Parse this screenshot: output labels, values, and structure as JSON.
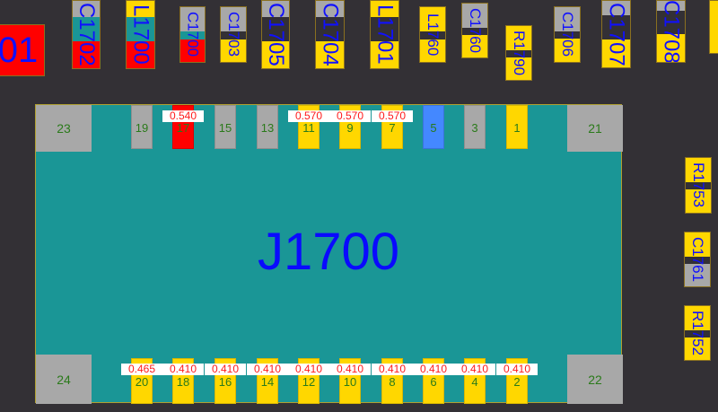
{
  "colors": {
    "background": "#333035",
    "board": "#1a9696",
    "pad_gray": "#a8a8a8",
    "pad_yellow": "#ffd700",
    "pad_red": "#ff0000",
    "pad_blue": "#4488ff",
    "teal": "#1a9696",
    "dark": "#333035",
    "label_blue": "#1010ff",
    "voltage_red": "#ff1a1a",
    "pin_green": "#2a7a1a"
  },
  "connector": {
    "name": "J1700",
    "top_pins": [
      {
        "pin": "19",
        "color": "gray",
        "voltage": ""
      },
      {
        "pin": "17",
        "color": "red",
        "voltage": "0.540"
      },
      {
        "pin": "15",
        "color": "gray",
        "voltage": ""
      },
      {
        "pin": "13",
        "color": "gray",
        "voltage": ""
      },
      {
        "pin": "11",
        "color": "yellow",
        "voltage": "0.570"
      },
      {
        "pin": "9",
        "color": "yellow",
        "voltage": "0.570"
      },
      {
        "pin": "7",
        "color": "yellow",
        "voltage": "0.570"
      },
      {
        "pin": "5",
        "color": "blue",
        "voltage": ""
      },
      {
        "pin": "3",
        "color": "gray",
        "voltage": ""
      },
      {
        "pin": "1",
        "color": "yellow",
        "voltage": ""
      }
    ],
    "bottom_pins": [
      {
        "pin": "20",
        "color": "yellow",
        "voltage": "0.465"
      },
      {
        "pin": "18",
        "color": "yellow",
        "voltage": "0.410"
      },
      {
        "pin": "16",
        "color": "yellow",
        "voltage": "0.410"
      },
      {
        "pin": "14",
        "color": "yellow",
        "voltage": "0.410"
      },
      {
        "pin": "12",
        "color": "yellow",
        "voltage": "0.410"
      },
      {
        "pin": "10",
        "color": "yellow",
        "voltage": "0.410"
      },
      {
        "pin": "8",
        "color": "yellow",
        "voltage": "0.410"
      },
      {
        "pin": "6",
        "color": "yellow",
        "voltage": "0.410"
      },
      {
        "pin": "4",
        "color": "yellow",
        "voltage": "0.410"
      },
      {
        "pin": "2",
        "color": "yellow",
        "voltage": "0.410"
      }
    ],
    "corner_pins": [
      "23",
      "21",
      "24",
      "22"
    ]
  },
  "components": [
    {
      "label": "01",
      "colors": [
        "red"
      ]
    },
    {
      "label": "C1702",
      "colors": [
        "gray",
        "teal",
        "red"
      ]
    },
    {
      "label": "L1700",
      "colors": [
        "yellow",
        "teal",
        "red"
      ]
    },
    {
      "label": "C1700",
      "colors": [
        "gray",
        "teal",
        "red"
      ]
    },
    {
      "label": "C1703",
      "colors": [
        "gray",
        "dark",
        "yellow"
      ]
    },
    {
      "label": "C1705",
      "colors": [
        "gray",
        "dark",
        "yellow"
      ]
    },
    {
      "label": "C1704",
      "colors": [
        "gray",
        "dark",
        "yellow"
      ]
    },
    {
      "label": "L1701",
      "colors": [
        "yellow",
        "dark",
        "yellow"
      ]
    },
    {
      "label": "L1760",
      "colors": [
        "yellow",
        "dark",
        "yellow"
      ]
    },
    {
      "label": "C1760",
      "colors": [
        "gray",
        "dark",
        "yellow"
      ]
    },
    {
      "label": "R1790",
      "colors": [
        "yellow",
        "dark",
        "yellow"
      ]
    },
    {
      "label": "C1706",
      "colors": [
        "gray",
        "dark",
        "yellow"
      ]
    },
    {
      "label": "C1707",
      "colors": [
        "gray",
        "dark",
        "yellow"
      ]
    },
    {
      "label": "C1708",
      "colors": [
        "gray",
        "dark",
        "yellow"
      ]
    },
    {
      "label": "",
      "colors": [
        "yellow"
      ]
    },
    {
      "label": "R1753",
      "colors": [
        "yellow",
        "dark",
        "yellow"
      ]
    },
    {
      "label": "C1761",
      "colors": [
        "yellow",
        "dark",
        "gray"
      ]
    },
    {
      "label": "R1752",
      "colors": [
        "yellow",
        "dark",
        "yellow"
      ]
    }
  ]
}
